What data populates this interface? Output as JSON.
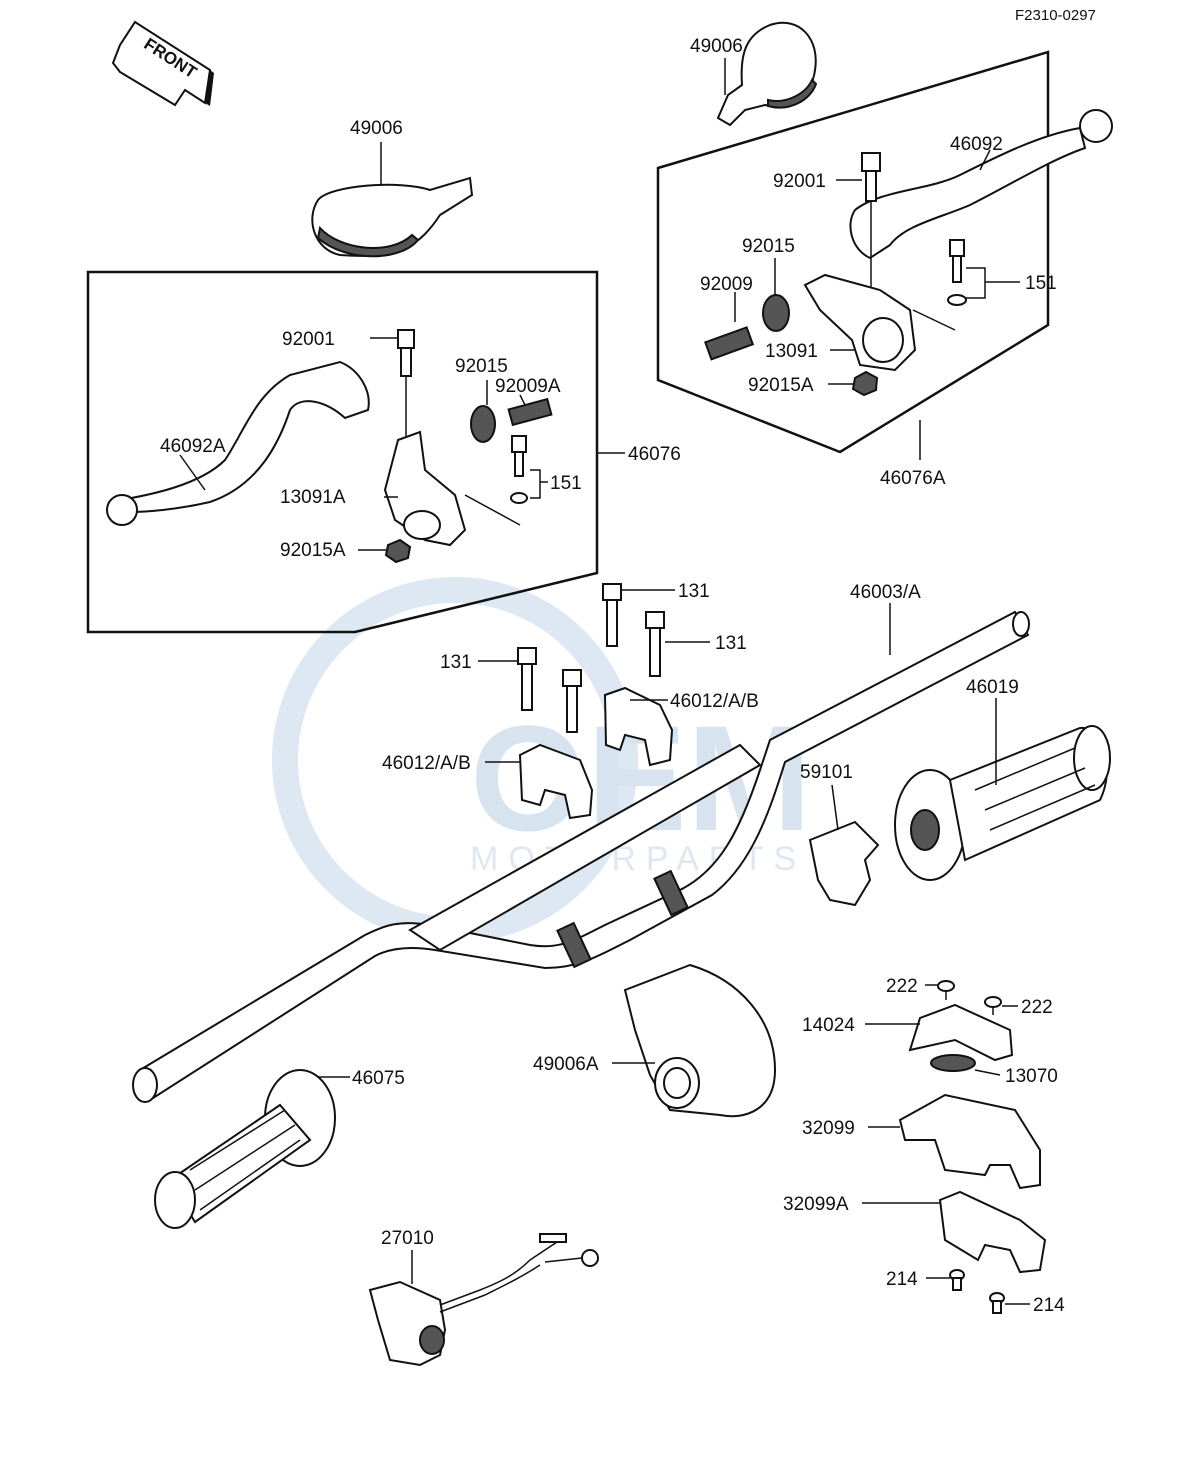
{
  "diagram": {
    "code": "F2310-0297",
    "front_label": "FRONT",
    "watermark": {
      "brand": "OEM",
      "sub": "MOTORPARTS"
    },
    "labels": {
      "mirror_l": "49006",
      "mirror_r": "49006",
      "bolt_92001_l": "92001",
      "lever_46092A": "46092A",
      "adj_92015_l": "92015",
      "adj_92009A": "92009A",
      "assy_46076": "46076",
      "holder_13091A": "13091A",
      "kit_151_l": "151",
      "nut_92015A_l": "92015A",
      "bolt_92001_r": "92001",
      "lever_46092": "46092",
      "adj_92015_r": "92015",
      "adj_92009": "92009",
      "kit_151_r": "151",
      "holder_13091": "13091",
      "nut_92015A_r": "92015A",
      "assy_46076A": "46076A",
      "bolt_131_a": "131",
      "bolt_131_b": "131",
      "bolt_131_c": "131",
      "handlebar_46003": "46003/A",
      "clamp_46012_a": "46012/A/B",
      "clamp_46012_b": "46012/A/B",
      "grip_46019": "46019",
      "cover_59101": "59101",
      "guard_49006A": "49006A",
      "grip_46075": "46075",
      "screw_222_a": "222",
      "screw_222_b": "222",
      "plate_14024": "14024",
      "ring_13070": "13070",
      "case_32099": "32099",
      "case_32099A": "32099A",
      "switch_27010": "27010",
      "screw_214_a": "214",
      "screw_214_b": "214"
    }
  }
}
